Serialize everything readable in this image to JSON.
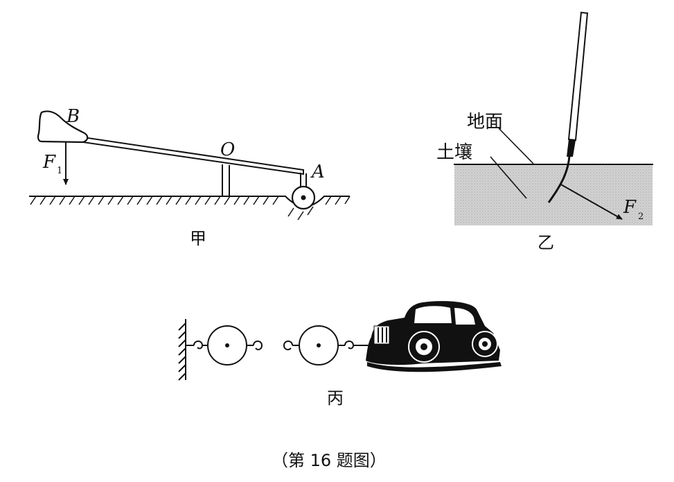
{
  "panel_a": {
    "label_B": "B",
    "label_O": "O",
    "label_A": "A",
    "force": "F",
    "force_sub": "1",
    "caption": "甲"
  },
  "panel_b": {
    "ground_label": "地面",
    "soil_label": "土壤",
    "force": "F",
    "force_sub": "2",
    "caption": "乙"
  },
  "panel_c": {
    "caption": "丙"
  },
  "figure_caption": "（第 16 题图）"
}
